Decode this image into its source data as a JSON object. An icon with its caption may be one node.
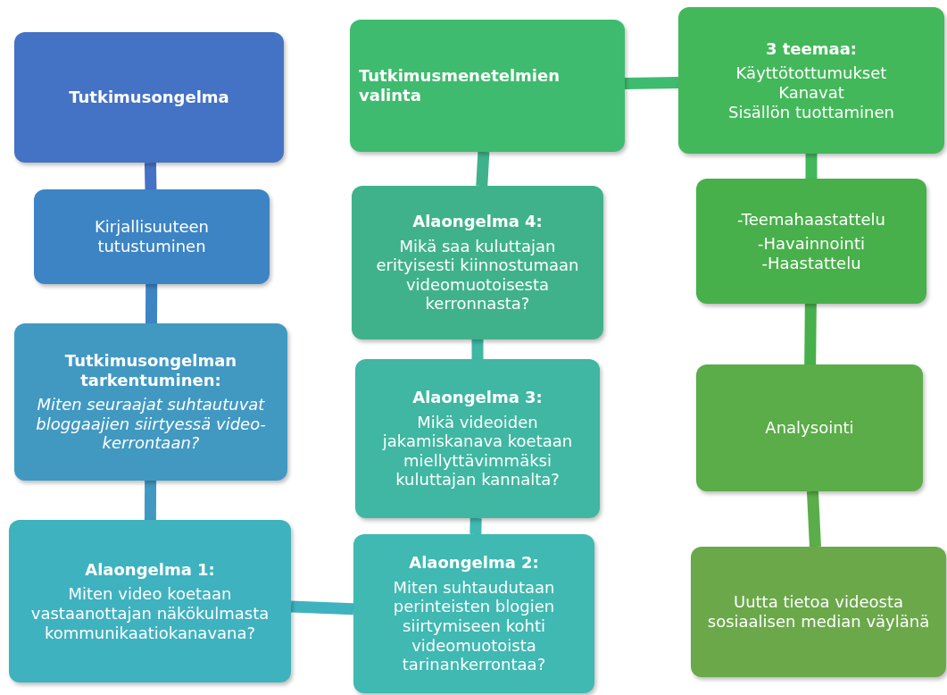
{
  "diagram": {
    "nodes": [
      {
        "text": [
          "Tutkimusongelma"
        ]
      },
      {
        "text": [
          "Kirjallisuuteen tutustuminen"
        ]
      },
      {
        "text": [
          "Tutkimusongelman tarkentuminen:",
          "Miten seuraajat suhtautuvat bloggaajien siirtyessä video-kerrontaan?"
        ]
      },
      {
        "text": [
          "Alaongelma 1:",
          "Miten video koetaan vastaanottajan näkökulmasta kommunikaatiokanavana?"
        ]
      },
      {
        "text": [
          "Alaongelma 2:",
          "Miten suhtaudutaan perinteisten blogien siirtymiseen kohti videomuotoista tarinankerrontaa?"
        ]
      },
      {
        "text": [
          "Alaongelma 3:",
          "Mikä videoiden jakamiskanava koetaan miellyttävimmäksi kuluttajan kannalta?"
        ]
      },
      {
        "text": [
          "Alaongelma 4:",
          "Mikä saa kuluttajan erityisesti kiinnostumaan videomuotoisesta kerronnasta?"
        ]
      },
      {
        "text": [
          "Tutkimusmenetelmien valinta"
        ]
      },
      {
        "text": [
          "3 teemaa:",
          "Käyttötottumukset",
          "Kanavat",
          "Sisällön tuottaminen"
        ]
      },
      {
        "text": [
          "-Teemahaastattelu",
          "-Havainnointi",
          "-Haastattelu"
        ]
      },
      {
        "text": [
          "Analysointi"
        ]
      },
      {
        "text": [
          "Uutta tietoa videosta sosiaalisen median väylänä"
        ]
      }
    ],
    "edges": [
      {
        "from": 0,
        "to": 1,
        "arrow": "none",
        "color": "#4472c4"
      },
      {
        "from": 1,
        "to": 2,
        "arrow": "none",
        "color": "#3d84c4"
      },
      {
        "from": 2,
        "to": 3,
        "arrow": "none",
        "color": "#4199c2"
      },
      {
        "from": 3,
        "to": 4,
        "arrow": "none",
        "color": "#3fb2bf"
      },
      {
        "from": 4,
        "to": 5,
        "arrow": "none",
        "color": "#3fb9b2"
      },
      {
        "from": 5,
        "to": 6,
        "arrow": "none",
        "color": "#3fb7a2"
      },
      {
        "from": 6,
        "to": 7,
        "arrow": "none",
        "color": "#3fb28c"
      },
      {
        "from": 7,
        "to": 8,
        "arrow": "none",
        "color": "#3fbb6f"
      },
      {
        "from": 8,
        "to": 9,
        "arrow": "none",
        "color": "#43b85a"
      },
      {
        "from": 9,
        "to": 10,
        "arrow": "none",
        "color": "#47b04a"
      },
      {
        "from": 10,
        "to": 11,
        "arrow": "none",
        "color": "#5aad48"
      }
    ]
  }
}
